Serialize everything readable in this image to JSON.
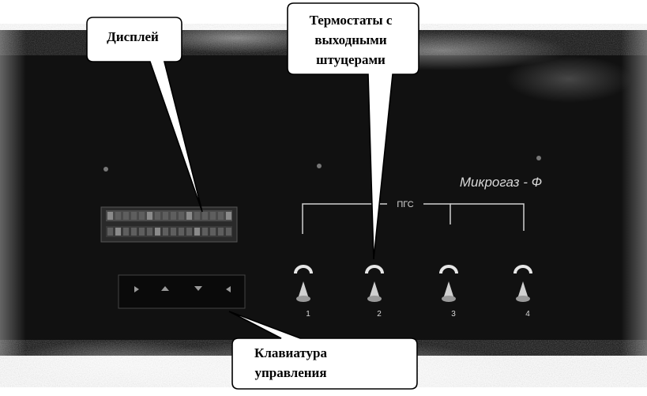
{
  "callouts": {
    "display": {
      "text": "Дисплей"
    },
    "thermostats": {
      "lines": [
        "Термостаты с",
        "выходными",
        "штуцерами"
      ]
    },
    "keyboard": {
      "lines": [
        "Клавиатура",
        "управления"
      ]
    }
  },
  "panel": {
    "brand": "Микрогаз - Ф",
    "group_label": "ПГС",
    "port_numbers": [
      "1",
      "2",
      "3",
      "4"
    ]
  },
  "colors": {
    "panel": "#111111",
    "callout_fill": "#ffffff",
    "callout_stroke": "#000000"
  }
}
